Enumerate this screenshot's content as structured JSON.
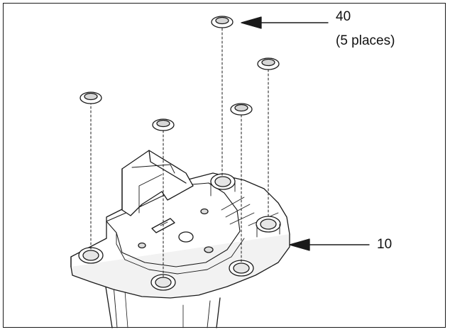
{
  "callouts": {
    "plugs": {
      "number": "40",
      "note": "(5 places)"
    },
    "base": {
      "number": "10"
    }
  },
  "colors": {
    "line": "#1a1a1a",
    "shade": "#d6d6d6",
    "light": "#efefef"
  }
}
